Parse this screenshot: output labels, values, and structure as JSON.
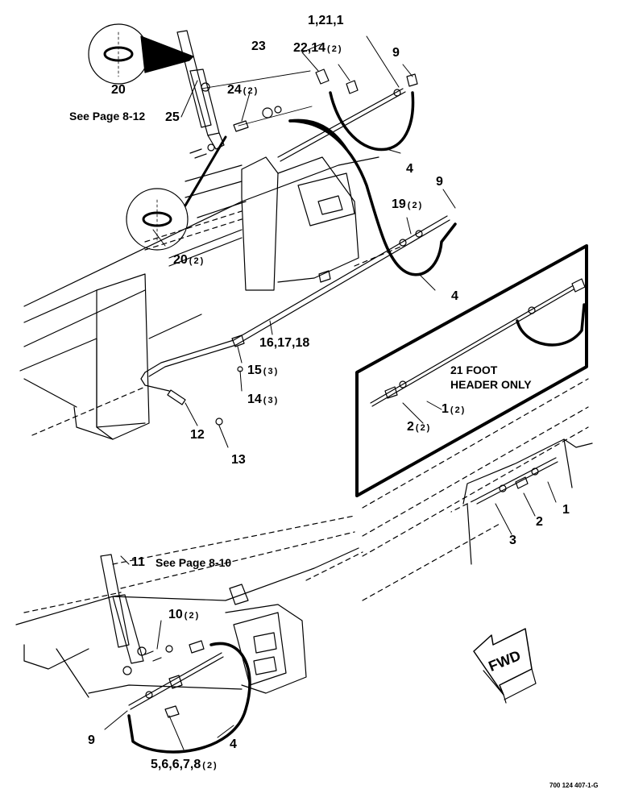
{
  "labels": {
    "l_1_21_1": {
      "text": "1,21,1",
      "qty": ""
    },
    "l_23": {
      "text": "23",
      "qty": ""
    },
    "l_22_14": {
      "text": "22,14",
      "qty": "(2)"
    },
    "l_9_top": {
      "text": "9",
      "qty": ""
    },
    "l_20_top": {
      "text": "20",
      "qty": ""
    },
    "l_25": {
      "text": "25",
      "qty": ""
    },
    "l_24": {
      "text": "24",
      "qty": "(2)"
    },
    "l_4_upper": {
      "text": "4",
      "qty": ""
    },
    "l_9_mid": {
      "text": "9",
      "qty": ""
    },
    "l_19": {
      "text": "19",
      "qty": "(2)"
    },
    "l_20_lower": {
      "text": "20",
      "qty": "(2)"
    },
    "l_4_mid": {
      "text": "4",
      "qty": ""
    },
    "l_16_17_18": {
      "text": "16,17,18",
      "qty": ""
    },
    "l_15": {
      "text": "15",
      "qty": "(3)"
    },
    "l_14": {
      "text": "14",
      "qty": "(3)"
    },
    "l_12": {
      "text": "12",
      "qty": ""
    },
    "l_13": {
      "text": "13",
      "qty": ""
    },
    "l_1_box": {
      "text": "1",
      "qty": "(2)"
    },
    "l_2_box": {
      "text": "2",
      "qty": "(2)"
    },
    "l_1_right": {
      "text": "1",
      "qty": ""
    },
    "l_2_right": {
      "text": "2",
      "qty": ""
    },
    "l_3": {
      "text": "3",
      "qty": ""
    },
    "l_11": {
      "text": "11",
      "qty": ""
    },
    "l_10": {
      "text": "10",
      "qty": "(2)"
    },
    "l_9_bottom": {
      "text": "9",
      "qty": ""
    },
    "l_4_bottom": {
      "text": "4",
      "qty": ""
    },
    "l_5_6_6_7_8": {
      "text": "5,6,6,7,8",
      "qty": "(2)"
    }
  },
  "notes": {
    "see_page_top": "See Page 8-12",
    "see_page_bottom": "See Page 8-10"
  },
  "inset_box": {
    "line1": "21 FOOT",
    "line2": "HEADER ONLY"
  },
  "fwd_arrow": "FWD",
  "doc_id": "700 124 407-1-G"
}
